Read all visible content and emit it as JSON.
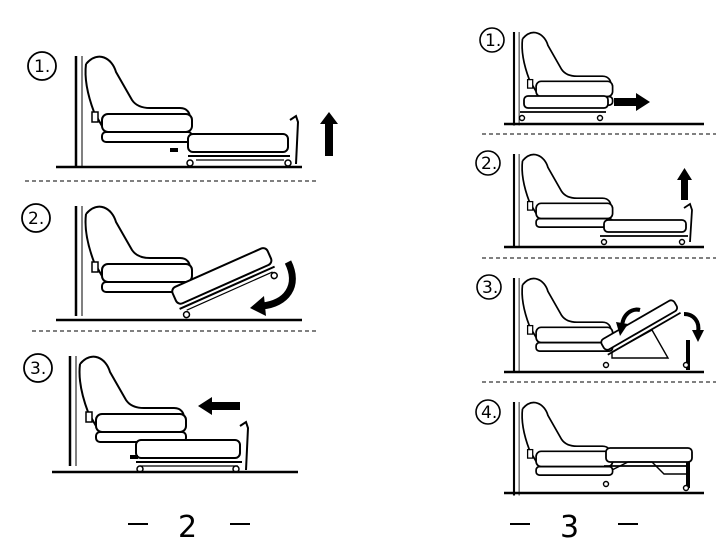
{
  "left_panel": {
    "page_number": "2",
    "page_dash": "—",
    "steps": [
      {
        "label": "1.",
        "arrow": "arrow-up"
      },
      {
        "label": "2.",
        "arrow": "curved-arrow-down-left"
      },
      {
        "label": "3.",
        "arrow": "arrow-left"
      }
    ]
  },
  "right_panel": {
    "page_number": "3",
    "page_dash": "—",
    "steps": [
      {
        "label": "1.",
        "arrow": "arrow-right"
      },
      {
        "label": "2.",
        "arrow": "arrow-up"
      },
      {
        "label": "3.",
        "arrow": "curved-arrows-unfold"
      },
      {
        "label": "4.",
        "arrow": "none"
      }
    ]
  },
  "colors": {
    "ink": "#000000",
    "paper": "#ffffff"
  }
}
